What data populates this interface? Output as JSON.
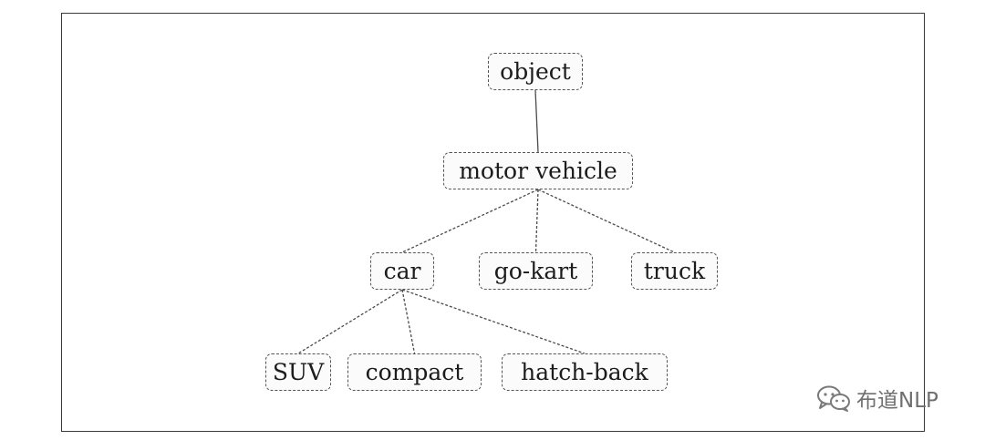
{
  "tree": {
    "nodes": {
      "object": "object",
      "motor_vehicle": "motor vehicle",
      "car": "car",
      "go_kart": "go-kart",
      "truck": "truck",
      "suv": "SUV",
      "compact": "compact",
      "hatch_back": "hatch-back"
    },
    "edges": [
      {
        "from": "object",
        "to": "motor_vehicle"
      },
      {
        "from": "motor_vehicle",
        "to": "car"
      },
      {
        "from": "motor_vehicle",
        "to": "go_kart"
      },
      {
        "from": "motor_vehicle",
        "to": "truck"
      },
      {
        "from": "car",
        "to": "suv"
      },
      {
        "from": "car",
        "to": "compact"
      },
      {
        "from": "car",
        "to": "hatch_back"
      }
    ]
  },
  "watermark": {
    "icon": "wechat-icon",
    "text": "布道NLP"
  }
}
